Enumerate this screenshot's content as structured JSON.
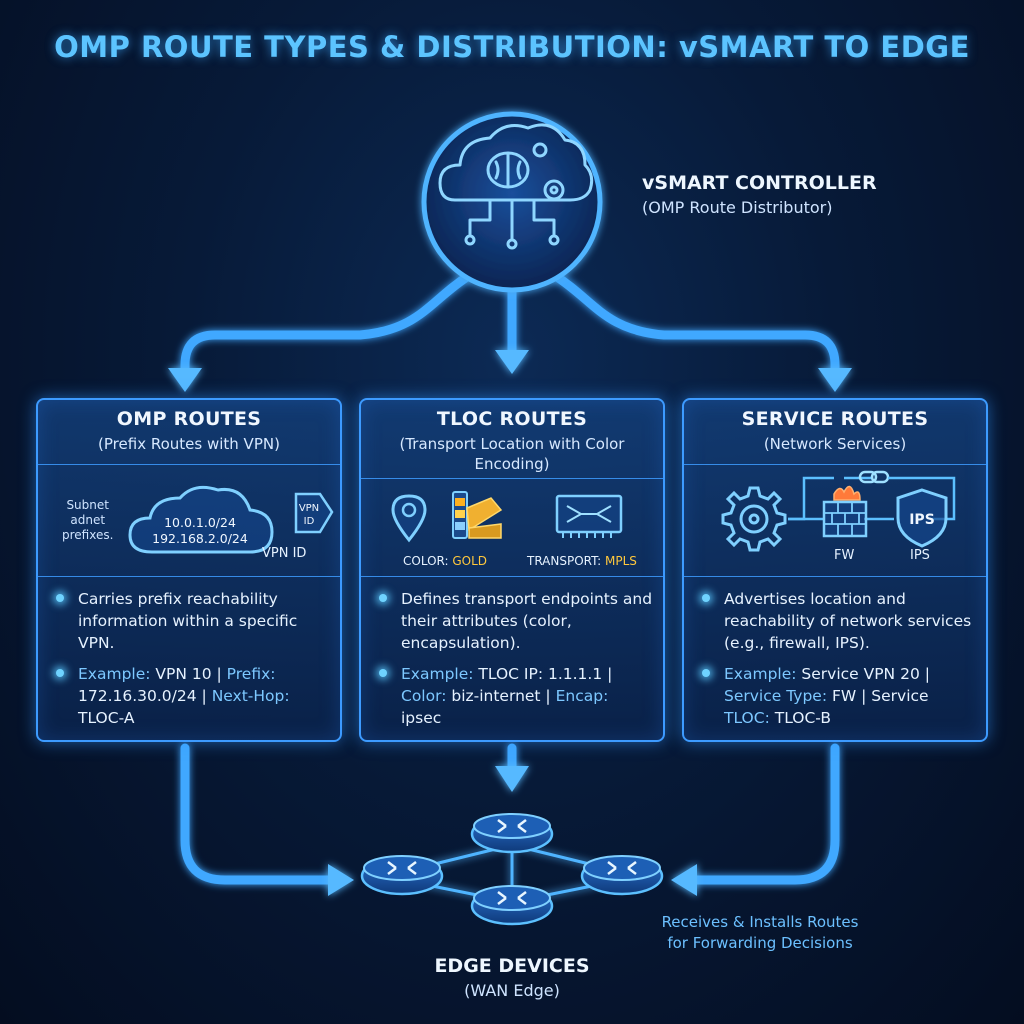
{
  "title": "OMP ROUTE TYPES & DISTRIBUTION: vSMART TO EDGE",
  "controller": {
    "name": "vSMART CONTROLLER",
    "role": "(OMP Route Distributor)",
    "icon": "cloud-brain-gear-icon"
  },
  "cards": [
    {
      "title": "OMP ROUTES",
      "subtitle": "(Prefix Routes with VPN)",
      "graphic": {
        "subnet_label": [
          "Subnet",
          "adnet",
          "prefixes."
        ],
        "prefixes": [
          "10.0.1.0/24",
          "192.168.2.0/24"
        ],
        "tag_text": [
          "VPN",
          "ID"
        ],
        "vpn_label": "VPN ID"
      },
      "bullets": [
        {
          "label": "",
          "text": "Carries prefix reachability information within a specific VPN."
        },
        {
          "label": "Example:",
          "text": " VPN 10 | ",
          "label2": "Prefix:",
          "text2": " 172.16.30.0/24 | ",
          "label3": "Next-Hop:",
          "text3": " TLOC-A"
        }
      ]
    },
    {
      "title": "TLOC ROUTES",
      "subtitle": "(Transport Location with Color Encoding)",
      "graphic": {
        "color_label": "COLOR:",
        "color_value": "GOLD",
        "transport_label": "TRANSPORT:",
        "transport_value": "MPLS"
      },
      "bullets": [
        {
          "label": "",
          "text": "Defines transport endpoints and their attributes (color, encapsulation)."
        },
        {
          "label": "Example:",
          "text": " TLOC IP: 1.1.1.1 | ",
          "label2": "Color:",
          "text2": " biz-internet | ",
          "label3": "Encap:",
          "text3": " ipsec"
        }
      ]
    },
    {
      "title": "SERVICE ROUTES",
      "subtitle": "(Network Services)",
      "graphic": {
        "fw_label": "FW",
        "ips_label": "IPS",
        "shield_text": "IPS"
      },
      "bullets": [
        {
          "label": "",
          "text": "Advertises location and reachability of network services (e.g., firewall, IPS)."
        },
        {
          "label": "Example:",
          "text": " Service VPN 20 | ",
          "label2": "Service Type:",
          "text2": " FW | Service ",
          "label3": "TLOC:",
          "text3": " TLOC-B"
        }
      ]
    }
  ],
  "edge": {
    "name": "EDGE DEVICES",
    "sub": "(WAN Edge)",
    "note_line1": "Receives & Installs Routes",
    "note_line2": "for Forwarding Decisions"
  },
  "colors": {
    "accent": "#3d9bff",
    "glow": "#6fd3ff",
    "highlight": "#ffc83d",
    "background": "#071a38"
  }
}
